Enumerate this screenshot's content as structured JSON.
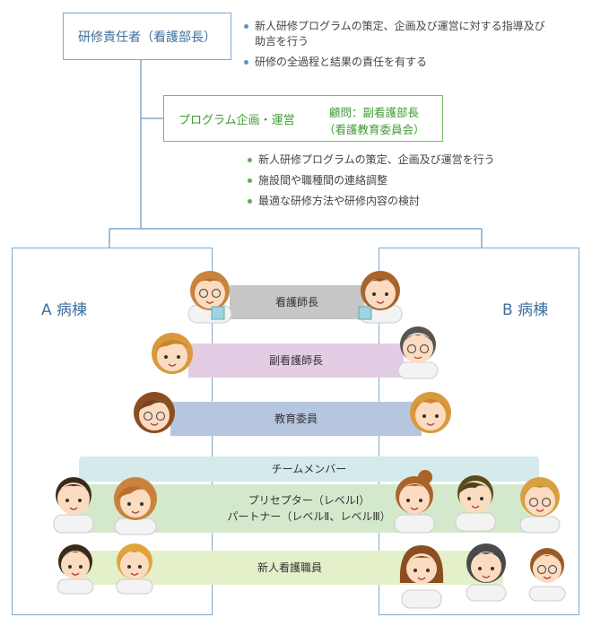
{
  "director": {
    "title": "研修責任者（看護部長）",
    "duties": [
      "新人研修プログラムの策定、企画及び運営に対する指導及び助言を行う",
      "研修の全過程と結果の責任を有する"
    ]
  },
  "program": {
    "title": "プログラム企画・運営",
    "advisor_line1": "顧問：副看護部長",
    "advisor_line2": "（看護教育委員会）",
    "duties": [
      "新人研修プログラムの策定、企画及び運営を行う",
      "施設間や職種間の連絡調整",
      "最適な研修方法や研修内容の検討"
    ]
  },
  "wards": {
    "a_label": "A 病棟",
    "b_label": "B 病棟"
  },
  "roles": {
    "head_nurse": "看護師長",
    "deputy_head_nurse": "副看護師長",
    "education_committee": "教育委員",
    "team_members": "チームメンバー",
    "preceptor": "プリセプター（レベルⅠ）",
    "partner": "パートナー（レベルⅡ、レベルⅢ）",
    "new_nurse": "新人看護職員"
  },
  "colors": {
    "blue_border": "#7fa9cf",
    "green_border": "#77bb6a",
    "head_band": "#c6c6c6",
    "deputy_band": "#e2cde4",
    "edu_band": "#b6c6de",
    "team_band": "#d5eaea",
    "preceptor_band": "#d4e9cc",
    "new_band": "#e3f0c9"
  }
}
